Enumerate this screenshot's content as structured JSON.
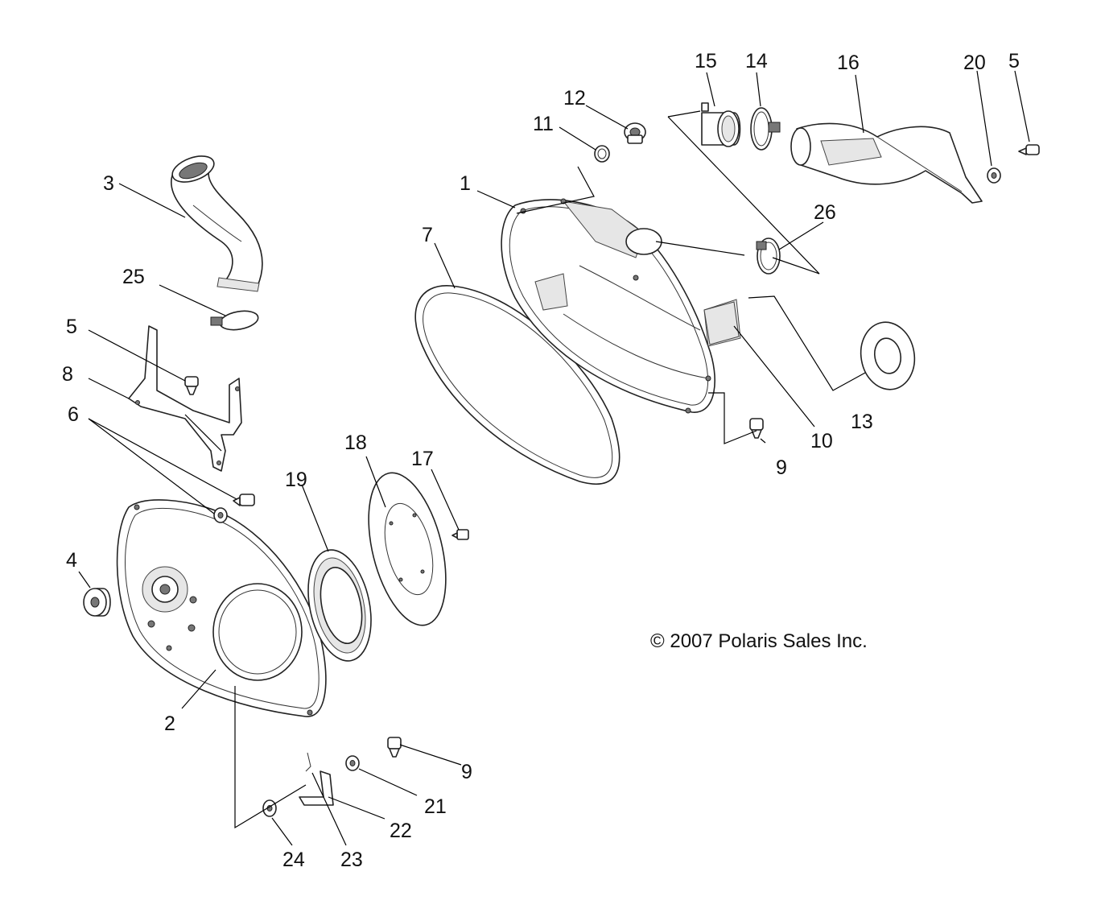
{
  "copyright": "© 2007 Polaris Sales Inc.",
  "callouts": {
    "c1": "1",
    "c2": "2",
    "c3": "3",
    "c4": "4",
    "c5a": "5",
    "c5b": "5",
    "c6": "6",
    "c7": "7",
    "c8": "8",
    "c9a": "9",
    "c9b": "9",
    "c10": "10",
    "c11": "11",
    "c12": "12",
    "c13": "13",
    "c14": "14",
    "c15": "15",
    "c16": "16",
    "c17": "17",
    "c18": "18",
    "c19": "19",
    "c20": "20",
    "c21": "21",
    "c22": "22",
    "c23": "23",
    "c24": "24",
    "c25": "25",
    "c26": "26"
  }
}
